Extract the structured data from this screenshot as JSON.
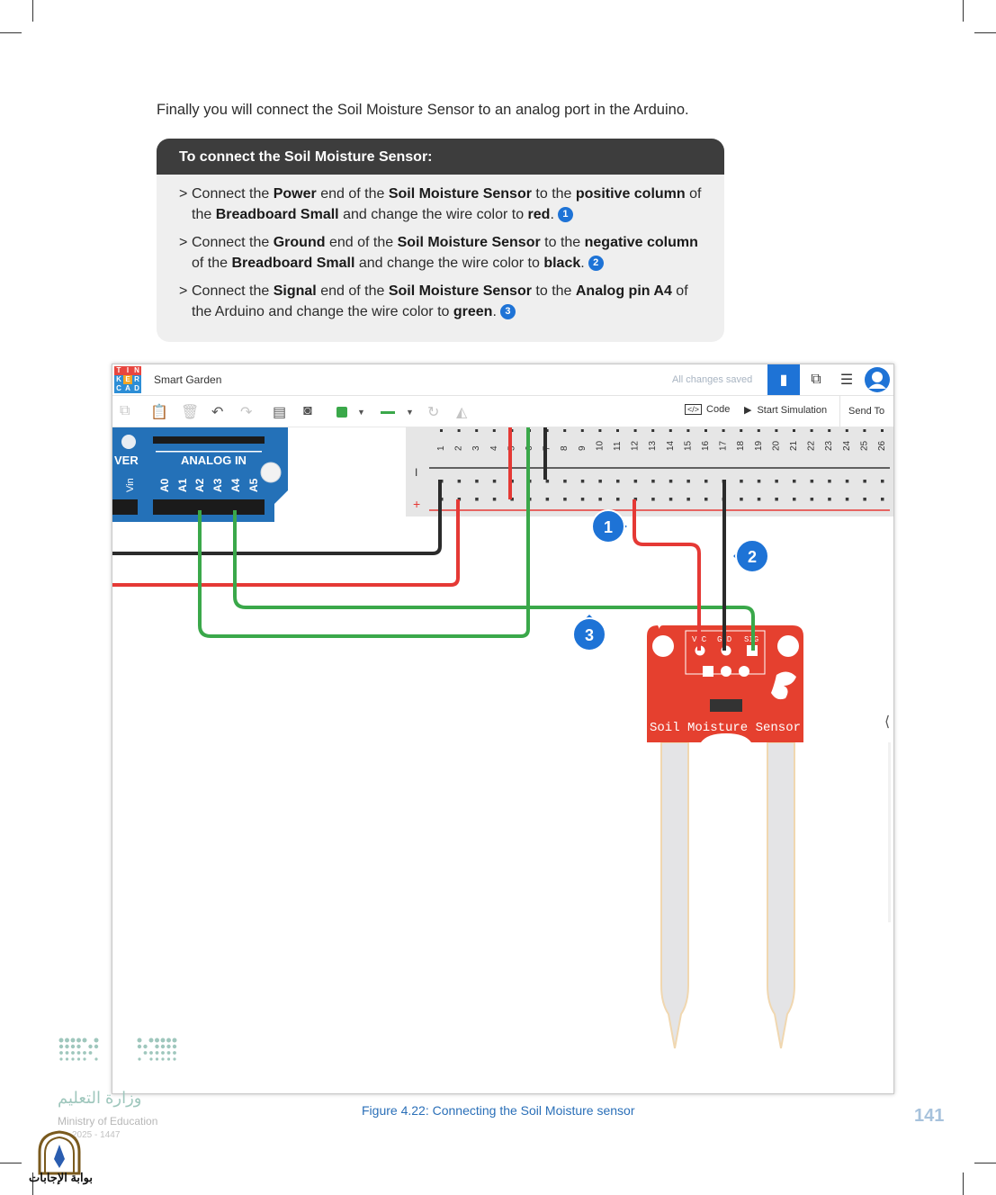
{
  "intro": "Finally you will connect the Soil Moisture Sensor to an analog port in the Arduino.",
  "box": {
    "title": "To connect the Soil Moisture Sensor:",
    "steps": [
      {
        "t1": "Connect the ",
        "b1": "Power",
        "t2": " end of the ",
        "b2": "Soil Moisture Sensor",
        "t3": " to the ",
        "b3": "positive column",
        "t4": " of the ",
        "b4": "Breadboard Small",
        "t5": " and change the wire color to ",
        "b5": "red",
        "t6": ".",
        "num": "1"
      },
      {
        "t1": "Connect the ",
        "b1": "Ground",
        "t2": " end of the ",
        "b2": "Soil Moisture Sensor",
        "t3": " to the ",
        "b3": "negative column",
        "t4": " of the ",
        "b4": "Breadboard Small",
        "t5": " and change the wire color to ",
        "b5": "black",
        "t6": ".",
        "num": "2"
      },
      {
        "t1": "Connect the ",
        "b1": "Signal",
        "t2": " end of the ",
        "b2": "Soil Moisture Sensor",
        "t3": " to the ",
        "b3": "Analog pin A4",
        "t4": " of the Arduino and change the wire color to ",
        "b4": "green",
        "t5": ".",
        "num": "3"
      }
    ]
  },
  "app": {
    "logo_letters": [
      "T",
      "I",
      "N",
      "K",
      "E",
      "R",
      "C",
      "A",
      "D"
    ],
    "logo_colors": [
      "#e8463f",
      "#e8463f",
      "#e8463f",
      "#2d8ed6",
      "#f5a623",
      "#2d8ed6",
      "#2d8ed6",
      "#2d8ed6",
      "#2d8ed6"
    ],
    "project": "Smart Garden",
    "saved": "All changes saved",
    "code": "Code",
    "start_sim": "Start Simulation",
    "send_to": "Send To",
    "arduino": {
      "power_label": "VER",
      "analog_label": "ANALOG IN",
      "vin": "Vin",
      "pins": [
        "A0",
        "A1",
        "A2",
        "A3",
        "A4",
        "A5"
      ]
    },
    "breadboard": {
      "minus": "I",
      "plus": "+",
      "cols": [
        "1",
        "2",
        "3",
        "4",
        "5",
        "6",
        "7",
        "8",
        "9",
        "10",
        "11",
        "12",
        "13",
        "14",
        "15",
        "16",
        "17",
        "18",
        "19",
        "20",
        "21",
        "22",
        "23",
        "24",
        "25",
        "26"
      ]
    },
    "sensor": {
      "label": "Soil Moisture Sensor",
      "pins": [
        "VCC",
        "GND",
        "SIG"
      ]
    },
    "callouts": [
      "1",
      "2",
      "3"
    ],
    "wire_colors": {
      "red": "#e53935",
      "black": "#2b2b2b",
      "green": "#3aa84a"
    }
  },
  "caption": "Figure 4.22: Connecting the Soil Moisture sensor",
  "page_number": "141",
  "footer": {
    "moe_arabic": "وزارة التعليم",
    "moe_english": "Ministry of Education",
    "moe_year": "2025 - 1447",
    "gate_text": "بوابة الإجابات"
  }
}
